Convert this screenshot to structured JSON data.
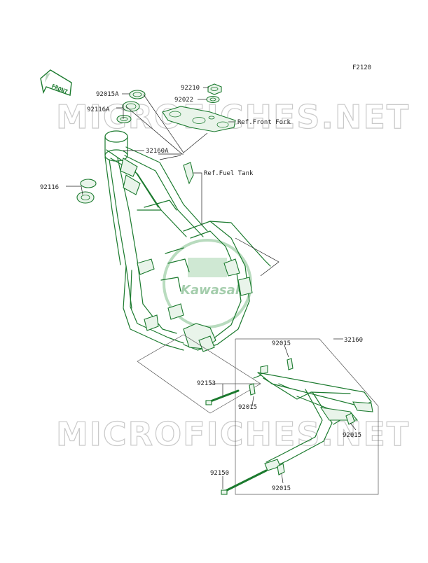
{
  "page_code": "F2120",
  "front_label": "FRONT",
  "watermark": "MICROFICHES.NET",
  "logo_text": "Kawasaki",
  "colors": {
    "parts": "#1b7a2e",
    "labels": "#1f1f1f",
    "watermark": "#c9c9c9"
  },
  "parts": [
    {
      "id": "p-92015A",
      "label": "92015A"
    },
    {
      "id": "p-92116A",
      "label": "92116A"
    },
    {
      "id": "p-92210",
      "label": "92210"
    },
    {
      "id": "p-92022",
      "label": "92022"
    },
    {
      "id": "p-32160A",
      "label": "32160A"
    },
    {
      "id": "p-92116",
      "label": "92116"
    },
    {
      "id": "p-32160",
      "label": "32160"
    },
    {
      "id": "p-92015-a",
      "label": "92015"
    },
    {
      "id": "p-92153",
      "label": "92153"
    },
    {
      "id": "p-92015-b",
      "label": "92015"
    },
    {
      "id": "p-92015-c",
      "label": "92015"
    },
    {
      "id": "p-92150",
      "label": "92150"
    },
    {
      "id": "p-92015-d",
      "label": "92015"
    }
  ],
  "references": [
    {
      "id": "ref-front-fork",
      "label": "Ref.Front Fork"
    },
    {
      "id": "ref-fuel-tank",
      "label": "Ref.Fuel Tank"
    }
  ]
}
